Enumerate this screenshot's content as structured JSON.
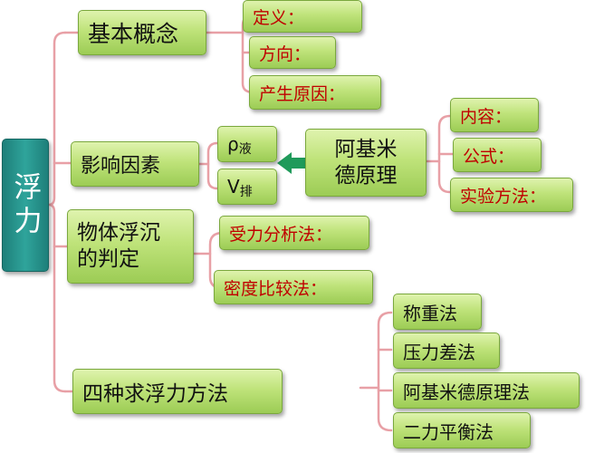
{
  "root": "浮力",
  "level1": {
    "basic_concept": "基本概念",
    "factors": "影响因素",
    "sink_float_line1": "物体浮沉",
    "sink_float_line2": "的判定",
    "methods": "四种求浮力方法"
  },
  "basic_concept_items": [
    "定义：",
    "方向：",
    "产生原因："
  ],
  "factors_items": {
    "rho": "ρ",
    "rho_sub": "液",
    "v": "V",
    "v_sub": "排"
  },
  "archimedes": {
    "line1": "阿基米",
    "line2": "德原理",
    "items": [
      "内容：",
      "公式：",
      "实验方法："
    ]
  },
  "sink_float_items": [
    "受力分析法：",
    "密度比较法："
  ],
  "method_items": [
    "称重法",
    "压力差法",
    "阿基米德原理法",
    "二力平衡法"
  ],
  "colors": {
    "bracket": "#e8a0a6",
    "arrow": "#1f9a5a",
    "red_text": "#c00000"
  }
}
